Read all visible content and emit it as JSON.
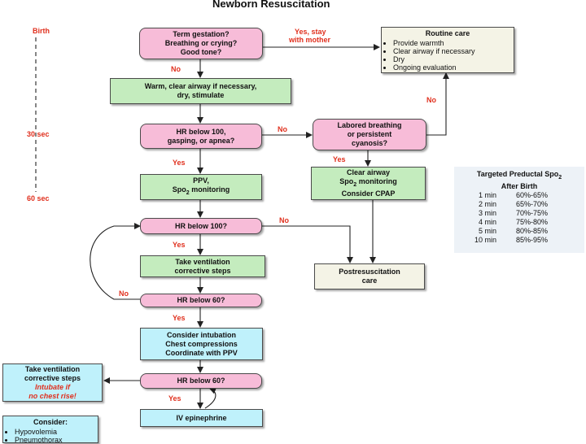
{
  "title": "Newborn Resuscitation",
  "timeline": {
    "birth": "Birth",
    "t30": "30 sec",
    "t60": "60 sec"
  },
  "boxes": {
    "term": {
      "lines": [
        "Term gestation?",
        "Breathing or crying?",
        "Good tone?"
      ]
    },
    "routine": {
      "title": "Routine care",
      "items": [
        "Provide warmth",
        "Clear airway if necessary",
        "Dry",
        "Ongoing evaluation"
      ]
    },
    "warm": {
      "lines": [
        "Warm, clear airway if necessary,",
        "dry, stimulate"
      ]
    },
    "hr100a": {
      "lines": [
        "HR below 100,",
        "gasping, or apnea?"
      ]
    },
    "labored": {
      "lines": [
        "Labored breathing",
        "or persistent",
        "cyanosis?"
      ]
    },
    "ppv": {
      "line1": "PPV,",
      "spo": "Spo",
      "sub": "2",
      "rest": " monitoring"
    },
    "clear": {
      "line1": "Clear airway",
      "spo": "Spo",
      "sub": "2",
      "rest": " monitoring",
      "line3": "Consider CPAP"
    },
    "hr100b": {
      "lines": [
        "HR below 100?"
      ]
    },
    "vent": {
      "lines": [
        "Take ventilation",
        "corrective steps"
      ]
    },
    "post": {
      "lines": [
        "Postresuscitation",
        "care"
      ]
    },
    "hr60a": {
      "lines": [
        "HR below 60?"
      ]
    },
    "intub": {
      "lines": [
        "Consider intubation",
        "Chest compressions",
        "Coordinate with PPV"
      ]
    },
    "take2": {
      "lines": [
        "Take ventilation",
        "corrective steps"
      ],
      "red_lines": [
        "Intubate if",
        "no chest rise!"
      ]
    },
    "hr60b": {
      "lines": [
        "HR below 60?"
      ]
    },
    "epi": {
      "lines": [
        "IV epinephrine"
      ]
    },
    "consider": {
      "title": "Consider:",
      "items": [
        "Hypovolemia",
        "Pneumothorax"
      ]
    }
  },
  "labels": {
    "no_term": "No",
    "yes_stay": [
      "Yes, stay",
      "with mother"
    ],
    "no_routine": "No",
    "no_hr100a": "No",
    "yes_labored": "Yes",
    "yes_hr100a": "Yes",
    "no_hr100b": "No",
    "yes_hr100b": "Yes",
    "no_hr60a": "No",
    "yes_hr60a": "Yes",
    "yes_hr60b": "Yes"
  },
  "spo2_table": {
    "header": [
      "Targeted Preductal Spo",
      "2",
      "After Birth"
    ],
    "rows": [
      [
        "1 min",
        "60%-65%"
      ],
      [
        "2 min",
        "65%-70%"
      ],
      [
        "3 min",
        "70%-75%"
      ],
      [
        "4 min",
        "75%-80%"
      ],
      [
        "5 min",
        "80%-85%"
      ],
      [
        "10 min",
        "85%-95%"
      ]
    ]
  },
  "colors": {
    "decision": "#f7bcd8",
    "action": "#c4ecbe",
    "note": "#f4f3e6",
    "intervention": "#bff1fb",
    "label": "#e0301e"
  }
}
